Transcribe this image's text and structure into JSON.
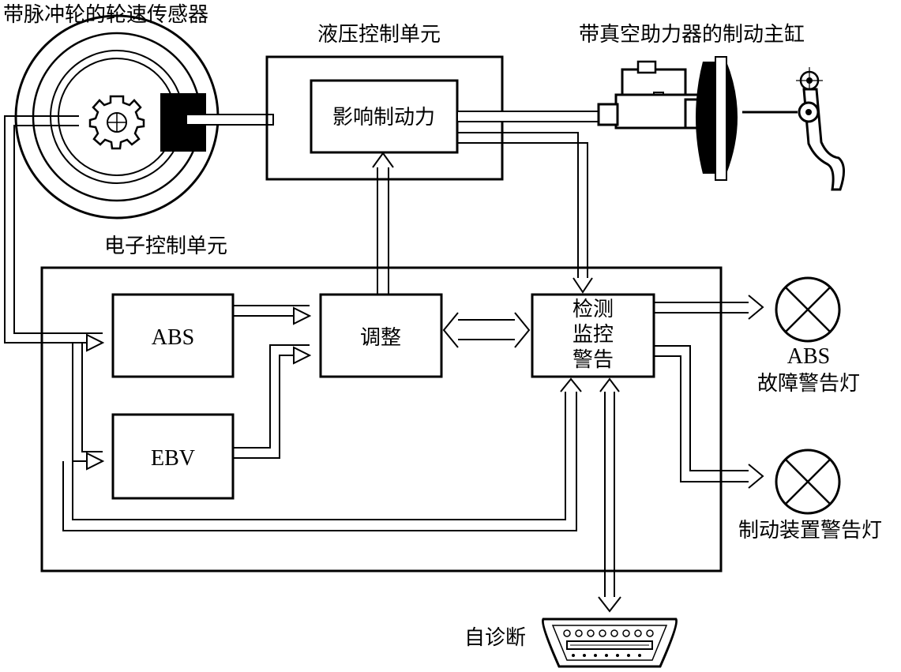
{
  "labels": {
    "wheel_sensor": "带脉冲轮的轮速传感器",
    "hydraulic_unit": "液压控制单元",
    "master_cylinder": "带真空助力器的制动主缸",
    "electronic_unit": "电子控制单元",
    "self_diagnosis": "自诊断"
  },
  "blocks": {
    "brake_force": "影响制动力",
    "abs": "ABS",
    "ebv": "EBV",
    "adjust": "调整",
    "monitor_line1": "检测",
    "monitor_line2": "监控",
    "monitor_line3": "警告"
  },
  "lamps": {
    "abs_lamp_line1": "ABS",
    "abs_lamp_line2": "故障警告灯",
    "brake_lamp": "制动装置警告灯"
  }
}
